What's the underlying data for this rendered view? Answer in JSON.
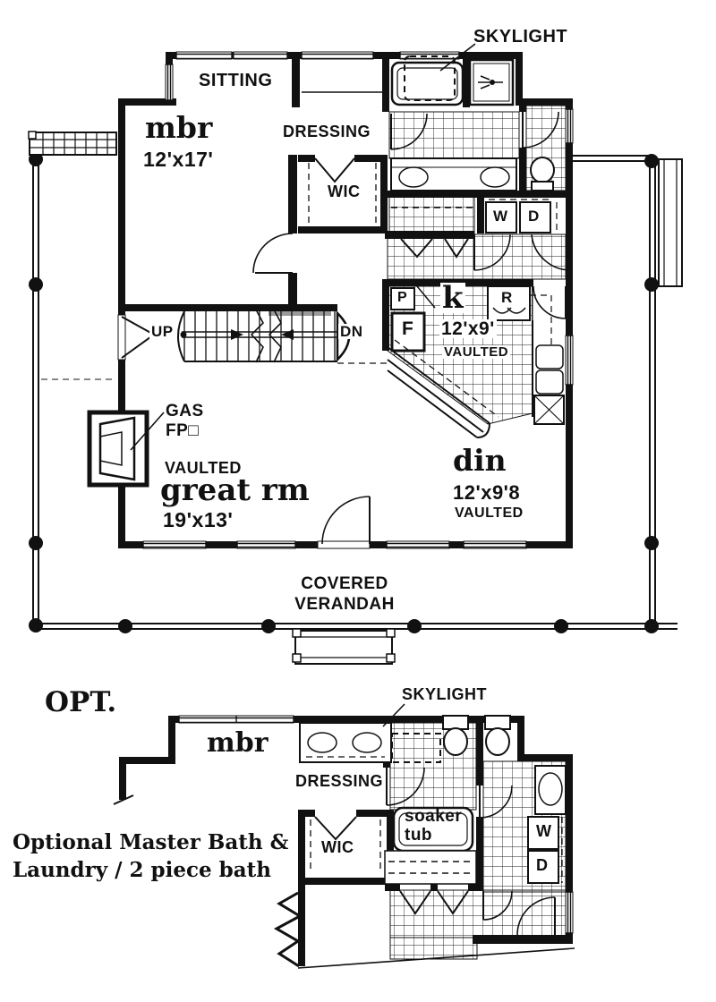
{
  "drawing_title": "House floor plan - main level with wrap-around covered verandah and optional master bath / laundry detail",
  "main": {
    "skylight": "SKYLIGHT",
    "sitting": "SITTING",
    "mbr_name": "mbr",
    "mbr_dims": "12'x17'",
    "dressing": "DRESSING",
    "wic": "WIC",
    "washer": "W",
    "dryer": "D",
    "pantry": "P",
    "fridge": "F",
    "range": "R",
    "kitchen_name": "k",
    "kitchen_dims": "12'x9'",
    "kitchen_note": "VAULTED",
    "stairs_up": "UP",
    "stairs_down": "DN",
    "fireplace_line1": "GAS",
    "fireplace_line2": "FP□",
    "great_note": "VAULTED",
    "great_name": "great rm",
    "great_dims": "19'x13'",
    "din_name": "din",
    "din_dims": "12'x9'8",
    "din_note": "VAULTED",
    "verandah_line1": "COVERED",
    "verandah_line2": "VERANDAH"
  },
  "optional": {
    "heading": "OPT.",
    "skylight": "SKYLIGHT",
    "mbr_name": "mbr",
    "dressing": "DRESSING",
    "wic": "WIC",
    "tub_line1": "soaker",
    "tub_line2": "tub",
    "washer": "W",
    "dryer": "D",
    "caption_line1": "Optional Master Bath &",
    "caption_line2": "Laundry / 2 piece bath"
  },
  "colors": {
    "ink": "#111111",
    "paper": "#ffffff",
    "stair_shade": "#9a9a9a"
  }
}
